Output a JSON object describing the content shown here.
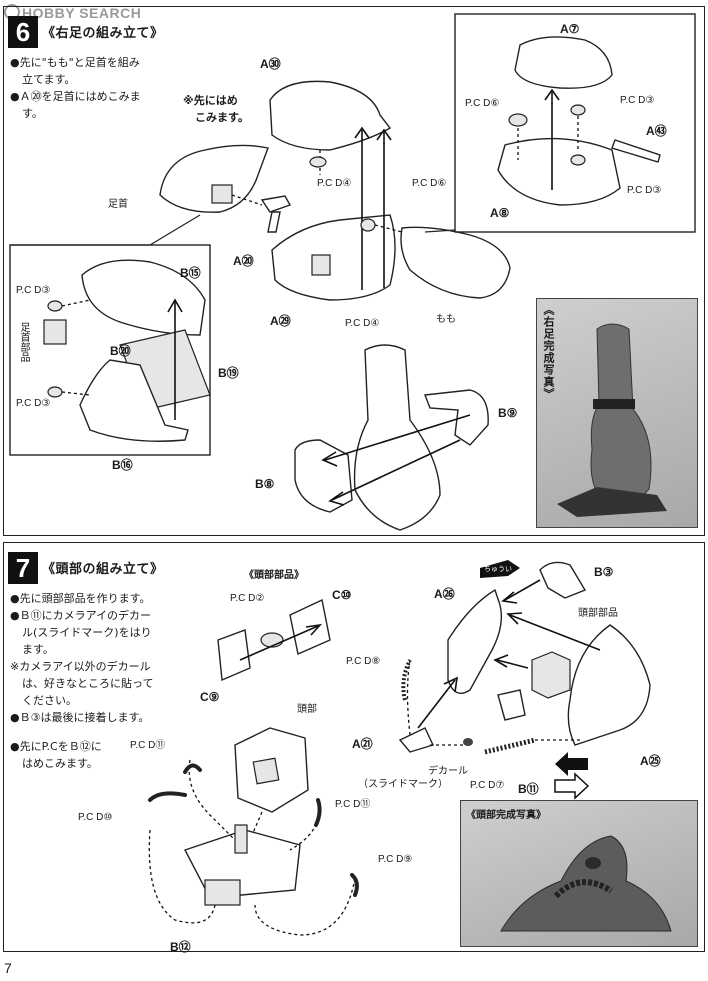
{
  "watermark": "HOBBY SEARCH",
  "page_number": "7",
  "step6": {
    "number": "6",
    "title": "《右足の組み立て》",
    "notes": [
      "●先に\"もも\"と足首を組み",
      "立てます。",
      "●Ａ⑳を足首にはめこみま",
      "す。"
    ],
    "callout": [
      "※先にはめ",
      "こみます。"
    ],
    "labels": {
      "a30": "A㉚",
      "pcd4": "P.C D④",
      "pcd6": "P.C D⑥",
      "ashikubi": "足首",
      "a20": "A⑳",
      "a29": "A㉙",
      "pcd4b": "P.C D④",
      "momo": "もも",
      "a7": "A⑦",
      "pcd6r": "P.C D⑥",
      "pcd3a": "P.C D③",
      "a43": "A㊸",
      "pcd3b": "P.C D③",
      "a8": "A⑧",
      "b15": "B⑮",
      "pcd3c": "P.C D③",
      "ashikubibuhin": "足首部品",
      "b20": "B⑳",
      "b19": "B⑲",
      "pcd3d": "P.C D③",
      "b16": "B⑯",
      "b9": "B⑨",
      "b8": "B⑧"
    },
    "photo_title": "《右足完成写真》"
  },
  "step7": {
    "number": "7",
    "title": "《頭部の組み立て》",
    "notes": [
      "●先に頭部部品を作ります。",
      "●Ｂ⑪にカメラアイのデカー",
      "ル(スライドマーク)をはり",
      "ます。",
      "※カメラアイ以外のデカール",
      "は、好きなところに貼って",
      "ください。",
      "●Ｂ③は最後に接着します。",
      "●先にP.CをＢ⑫に",
      "はめこみます。"
    ],
    "subtitle": "《頭部部品》",
    "labels": {
      "pcd2": "P.C D②",
      "c10": "C⑩",
      "c9": "C⑨",
      "toubu": "頭部",
      "pcd11a": "P.C D⑪",
      "pcd10": "P.C D⑩",
      "pcd11b": "P.C D⑪",
      "pcd9": "P.C D⑨",
      "b12": "B⑫",
      "a26": "A㉖",
      "b3": "B③",
      "toububuhin": "頭部部品",
      "pcd8": "P.C D⑧",
      "a21": "A㉑",
      "decal": "デカール",
      "slidemark": "（スライドマーク）",
      "pcd7": "P.C D⑦",
      "b11": "B⑪",
      "a25": "A㉕",
      "marker": "ちゅうい"
    },
    "photo_title": "《頭部完成写真》"
  }
}
